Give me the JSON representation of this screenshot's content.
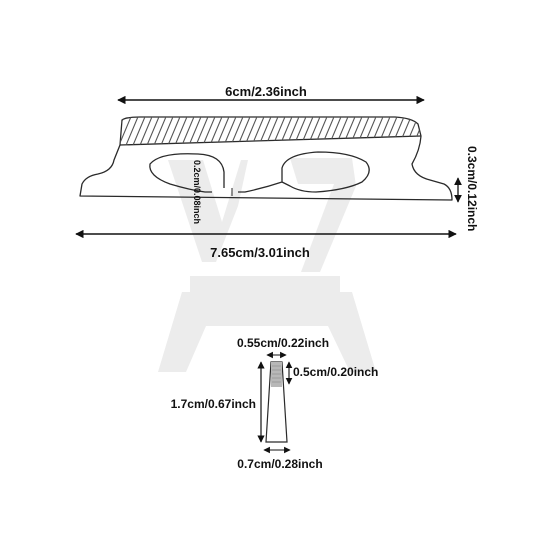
{
  "colors": {
    "line": "#2a2a2a",
    "hatch": "#555555",
    "watermark": "#ececec",
    "text": "#111111"
  },
  "bridge": {
    "top_width_label": "6cm/2.36inch",
    "bottom_width_label": "7.65cm/3.01inch",
    "right_height_label": "0.3cm/0.12inch",
    "leg_gap_label": "0.2cm/0.08inch"
  },
  "insert": {
    "top_width_label": "0.55cm/0.22inch",
    "top_height_label": "0.5cm/0.20inch",
    "height_label": "1.7cm/0.67inch",
    "bottom_width_label": "0.7cm/0.28inch"
  }
}
